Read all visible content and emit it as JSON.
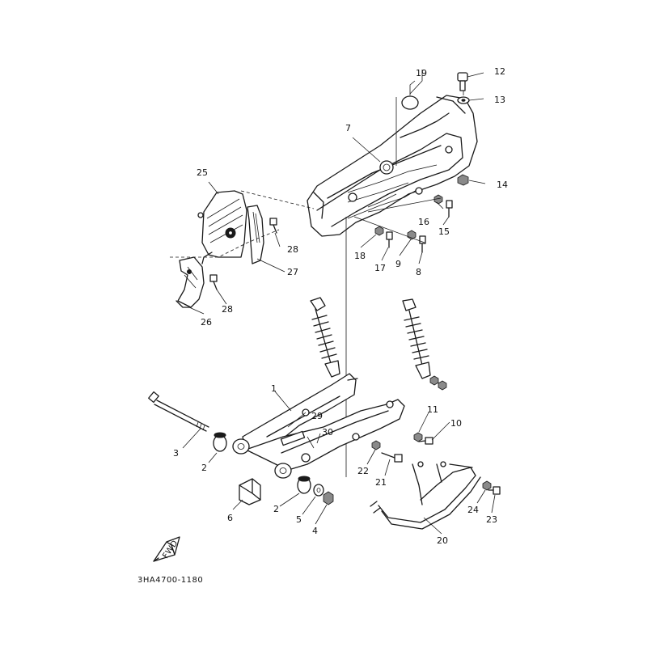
{
  "diagram": {
    "drawing_code": "3HA4700-1180",
    "part_labels": [
      {
        "id": "p1",
        "text": "1"
      },
      {
        "id": "p2a",
        "text": "2"
      },
      {
        "id": "p2b",
        "text": "2"
      },
      {
        "id": "p3",
        "text": "3"
      },
      {
        "id": "p4",
        "text": "4"
      },
      {
        "id": "p5",
        "text": "5"
      },
      {
        "id": "p6",
        "text": "6"
      },
      {
        "id": "p7",
        "text": "7"
      },
      {
        "id": "p8",
        "text": "8"
      },
      {
        "id": "p9",
        "text": "9"
      },
      {
        "id": "p10",
        "text": "10"
      },
      {
        "id": "p11",
        "text": "11"
      },
      {
        "id": "p12",
        "text": "12"
      },
      {
        "id": "p13",
        "text": "13"
      },
      {
        "id": "p14",
        "text": "14"
      },
      {
        "id": "p15",
        "text": "15"
      },
      {
        "id": "p16",
        "text": "16"
      },
      {
        "id": "p17",
        "text": "17"
      },
      {
        "id": "p18",
        "text": "18"
      },
      {
        "id": "p19",
        "text": "19"
      },
      {
        "id": "p20",
        "text": "20"
      },
      {
        "id": "p21",
        "text": "21"
      },
      {
        "id": "p22",
        "text": "22"
      },
      {
        "id": "p23",
        "text": "23"
      },
      {
        "id": "p24",
        "text": "24"
      },
      {
        "id": "p25",
        "text": "25"
      },
      {
        "id": "p26",
        "text": "26"
      },
      {
        "id": "p27",
        "text": "27"
      },
      {
        "id": "p28a",
        "text": "28"
      },
      {
        "id": "p28b",
        "text": "28"
      },
      {
        "id": "p29",
        "text": "29"
      },
      {
        "id": "p30",
        "text": "30"
      }
    ],
    "front_marker_text": "FWD"
  }
}
